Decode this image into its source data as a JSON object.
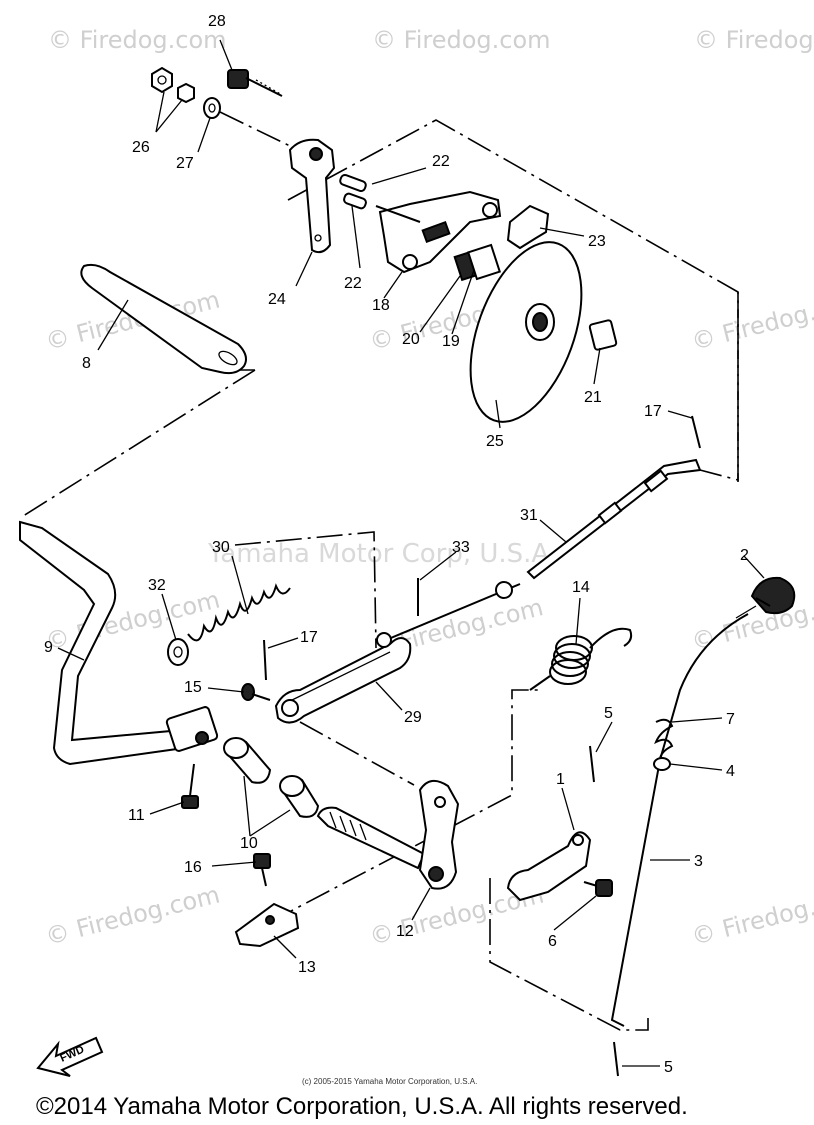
{
  "watermarks": {
    "site": "© Firedog.com",
    "site_plain": "Firedog.com",
    "corp": "Yamaha Motor Corp, U.S.A."
  },
  "labels": {
    "p1": "1",
    "p2": "2",
    "p3": "3",
    "p4": "4",
    "p5a": "5",
    "p5b": "5",
    "p6": "6",
    "p7": "7",
    "p8": "8",
    "p9": "9",
    "p10": "10",
    "p11": "11",
    "p12": "12",
    "p13": "13",
    "p14": "14",
    "p15": "15",
    "p16": "16",
    "p17a": "17",
    "p17b": "17",
    "p18": "18",
    "p19": "19",
    "p20": "20",
    "p21": "21",
    "p22a": "22",
    "p22b": "22",
    "p23": "23",
    "p24": "24",
    "p25": "25",
    "p26": "26",
    "p27": "27",
    "p28": "28",
    "p29": "29",
    "p30": "30",
    "p31": "31",
    "p32": "32",
    "p33": "33"
  },
  "fwd_label": "FWD",
  "small_copyright": "(c) 2005-2015 Yamaha Motor Corporation, U.S.A.",
  "footer": "©2014 Yamaha Motor Corporation, U.S.A. All rights reserved."
}
